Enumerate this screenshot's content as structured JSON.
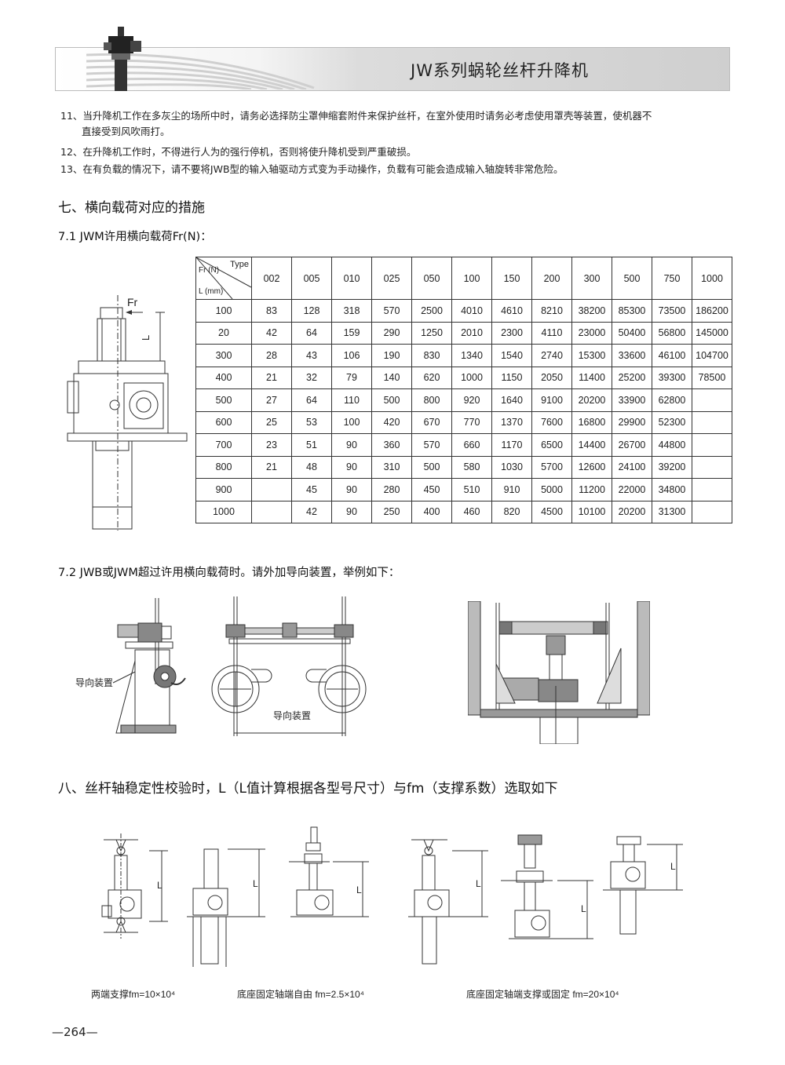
{
  "header": {
    "title": "JW系列蜗轮丝杆升降机"
  },
  "notes": [
    {
      "line1": "11、当升降机工作在多灰尘的场所中时，请务必选择防尘罩伸缩套附件来保护丝杆，在室外使用时请务必考虑使用罩壳等装置，使机器不",
      "line2": "直接受到风吹雨打。"
    },
    {
      "line1": "12、在升降机工作时，不得进行人为的强行停机，否则将使升降机受到严重破损。"
    },
    {
      "line1": "13、在有负载的情况下，请不要将JWB型的输入轴驱动方式变为手动操作，负载有可能会造成输入轴旋转非常危险。"
    }
  ],
  "section7": {
    "title": "七、横向载荷对应的措施",
    "sub1": "7.1 JWM许用横向载荷Fr(N)：",
    "sub2": "7.2 JWB或JWM超过许用横向载荷时。请外加导向装置，举例如下：",
    "fig_fr_label": "Fr",
    "fig_l_label": "L",
    "guide_label_1": "导向装置",
    "guide_label_2": "导向装置"
  },
  "table": {
    "corner_type": "Type",
    "corner_fr": "Fr (N)",
    "corner_l": "L (mm)",
    "headers": [
      "002",
      "005",
      "010",
      "025",
      "050",
      "100",
      "150",
      "200",
      "300",
      "500",
      "750",
      "1000"
    ],
    "rows": [
      {
        "L": "100",
        "v": [
          "83",
          "128",
          "318",
          "570",
          "2500",
          "4010",
          "4610",
          "8210",
          "38200",
          "85300",
          "73500",
          "186200"
        ]
      },
      {
        "L": "20",
        "v": [
          "42",
          "64",
          "159",
          "290",
          "1250",
          "2010",
          "2300",
          "4110",
          "23000",
          "50400",
          "56800",
          "145000"
        ]
      },
      {
        "L": "300",
        "v": [
          "28",
          "43",
          "106",
          "190",
          "830",
          "1340",
          "1540",
          "2740",
          "15300",
          "33600",
          "46100",
          "104700"
        ]
      },
      {
        "L": "400",
        "v": [
          "21",
          "32",
          "79",
          "140",
          "620",
          "1000",
          "1150",
          "2050",
          "11400",
          "25200",
          "39300",
          "78500"
        ]
      },
      {
        "L": "500",
        "v": [
          "27",
          "64",
          "110",
          "500",
          "800",
          "920",
          "1640",
          "9100",
          "20200",
          "33900",
          "62800",
          ""
        ]
      },
      {
        "L": "600",
        "v": [
          "25",
          "53",
          "100",
          "420",
          "670",
          "770",
          "1370",
          "7600",
          "16800",
          "29900",
          "52300",
          ""
        ]
      },
      {
        "L": "700",
        "v": [
          "23",
          "51",
          "90",
          "360",
          "570",
          "660",
          "1170",
          "6500",
          "14400",
          "26700",
          "44800",
          ""
        ]
      },
      {
        "L": "800",
        "v": [
          "21",
          "48",
          "90",
          "310",
          "500",
          "580",
          "1030",
          "5700",
          "12600",
          "24100",
          "39200",
          ""
        ]
      },
      {
        "L": "900",
        "v": [
          "",
          "45",
          "90",
          "280",
          "450",
          "510",
          "910",
          "5000",
          "11200",
          "22000",
          "34800",
          ""
        ]
      },
      {
        "L": "1000",
        "v": [
          "",
          "42",
          "90",
          "250",
          "400",
          "460",
          "820",
          "4500",
          "10100",
          "20200",
          "31300",
          ""
        ]
      }
    ]
  },
  "section8": {
    "title": "八、丝杆轴稳定性校验时，L（L值计算根据各型号尺寸）与fm（支撑系数）选取如下",
    "l_label": "L",
    "captions": [
      "两端支撑fm=10×10⁴",
      "底座固定轴端自由  fm=2.5×10⁴",
      "底座固定轴端支撑或固定  fm=20×10⁴"
    ]
  },
  "page_number": "—264—",
  "colors": {
    "line": "#333333",
    "header_grey": "#cfcfcf",
    "text": "#222222"
  }
}
